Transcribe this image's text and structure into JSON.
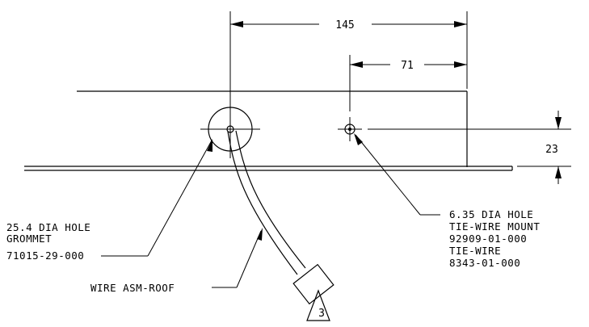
{
  "dimensions": {
    "overall": "145",
    "tie_wire_offset": "71",
    "height": "23"
  },
  "callouts": {
    "grommet": {
      "line1": "25.4 DIA HOLE",
      "line2": "GROMMET",
      "line3": "71015-29-000"
    },
    "tie_wire": {
      "line1": "6.35 DIA HOLE",
      "line2": "TIE-WIRE MOUNT",
      "line3": "92909-01-000",
      "line4": "TIE-WIRE",
      "line5": "8343-01-000"
    },
    "wire": {
      "label": "WIRE ASM-ROOF"
    }
  },
  "note_flag": "3"
}
